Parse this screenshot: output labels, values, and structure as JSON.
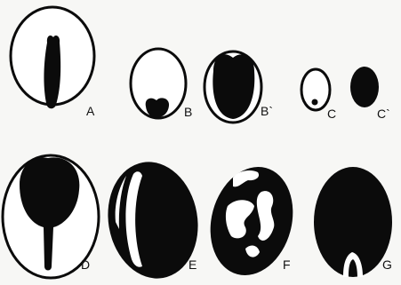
{
  "figure": {
    "panels": [
      {
        "id": "A",
        "label": "A"
      },
      {
        "id": "B",
        "label": "B"
      },
      {
        "id": "B-prime",
        "label": "B`"
      },
      {
        "id": "C",
        "label": "C"
      },
      {
        "id": "C-prime",
        "label": "C`"
      },
      {
        "id": "D",
        "label": "D"
      },
      {
        "id": "E",
        "label": "E"
      },
      {
        "id": "F",
        "label": "F"
      },
      {
        "id": "G",
        "label": "G"
      }
    ]
  },
  "colors": {
    "ink": "#0b0b0b",
    "paper": "#ffffff",
    "background": "#f7f7f5"
  }
}
